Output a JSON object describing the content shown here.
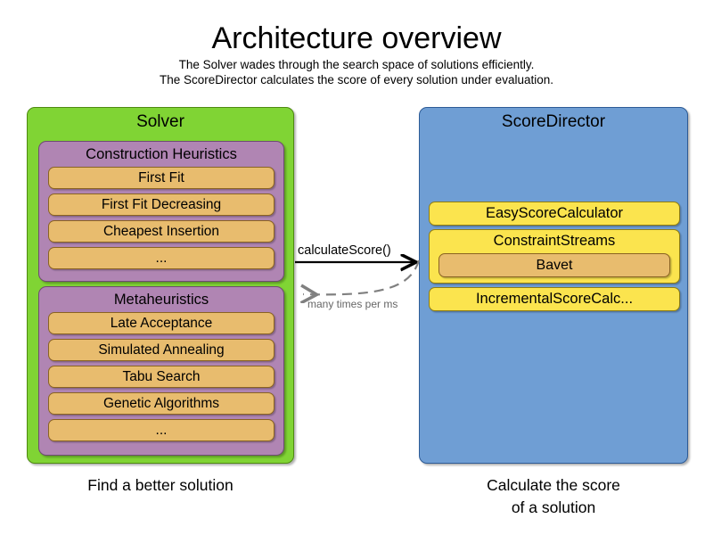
{
  "header": {
    "title": "Architecture overview",
    "subtitle_lines": [
      "The Solver wades through the search space of solutions efficiently.",
      "The ScoreDirector calculates the score of every solution under evaluation."
    ]
  },
  "colors": {
    "solver_panel": "#80D434",
    "scoredirector_panel": "#6F9ED4",
    "group_box": "#B085B3",
    "item_orange": "#E8BC6E",
    "item_yellow": "#FBE44E",
    "arrow_solid": "#000000",
    "arrow_dashed": "#808080"
  },
  "solver": {
    "title": "Solver",
    "caption": "Find a better solution",
    "groups": [
      {
        "title": "Construction Heuristics",
        "items": [
          "First Fit",
          "First Fit Decreasing",
          "Cheapest Insertion",
          "..."
        ]
      },
      {
        "title": "Metaheuristics",
        "items": [
          "Late Acceptance",
          "Simulated Annealing",
          "Tabu Search",
          "Genetic Algorithms",
          "..."
        ]
      }
    ]
  },
  "scoredirector": {
    "title": "ScoreDirector",
    "caption_line1": "Calculate the score",
    "caption_line2": "of a solution",
    "calculators": [
      {
        "label": "EasyScoreCalculator",
        "child": null
      },
      {
        "label": "ConstraintStreams",
        "child": "Bavet"
      },
      {
        "label": "IncrementalScoreCalc...",
        "child": null
      }
    ]
  },
  "arrows": {
    "request_label": "calculateScore()",
    "response_label": "many times per ms"
  }
}
